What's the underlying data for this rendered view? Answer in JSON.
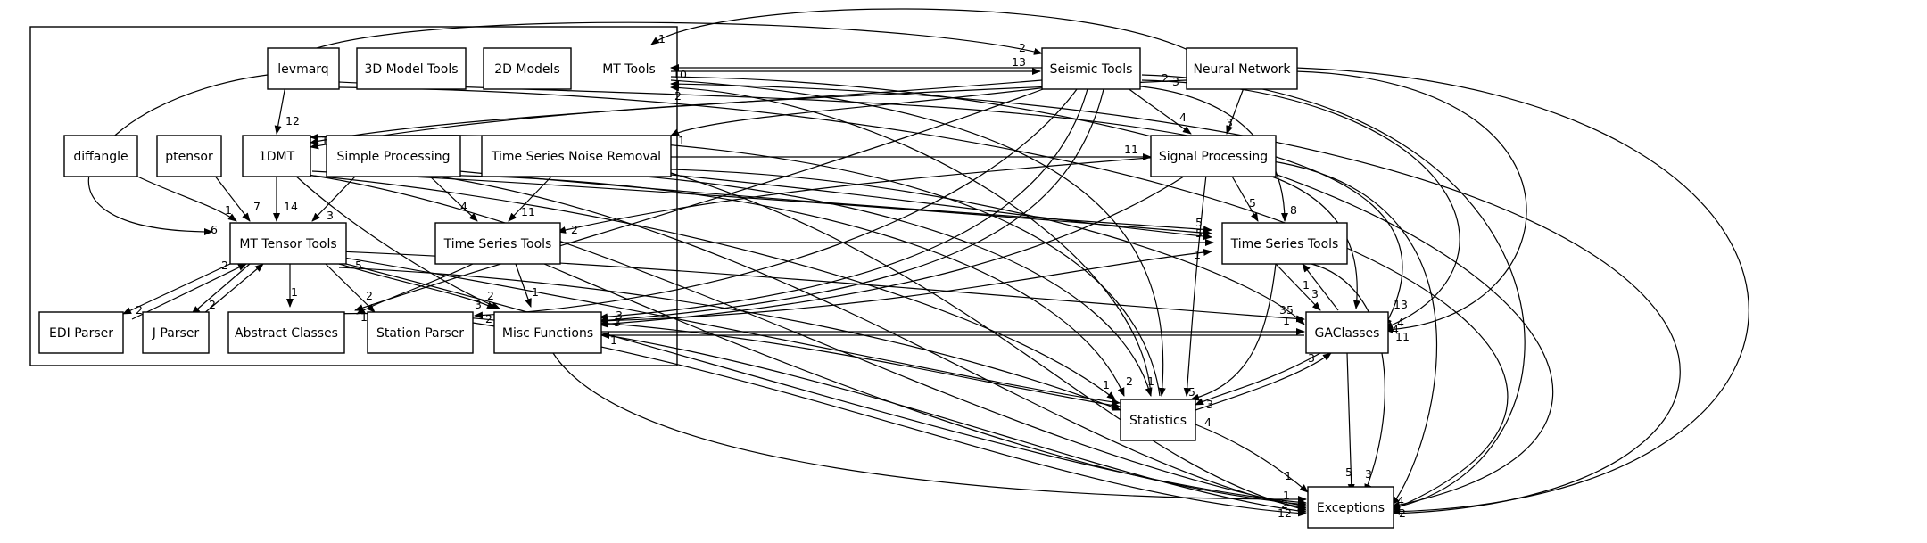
{
  "diagram": {
    "nodes": {
      "levmarq": "levmarq",
      "model3d": "3D Model Tools",
      "models2d": "2D Models",
      "mttools": "MT Tools",
      "seismic": "Seismic Tools",
      "neural": "Neural Network",
      "diffangle": "diffangle",
      "ptensor": "ptensor",
      "dmt1": "1DMT",
      "simpleproc": "Simple Processing",
      "tsnoise": "Time Series Noise Removal",
      "sigproc": "Signal Processing",
      "mttensor": "MT Tensor Tools",
      "tstools_in": "Time Series Tools",
      "tstools_out": "Time Series Tools",
      "edi": "EDI Parser",
      "jparser": "J Parser",
      "abstract": "Abstract Classes",
      "station": "Station Parser",
      "misc": "Misc Functions",
      "gaclasses": "GAClasses",
      "statistics": "Statistics",
      "exceptions": "Exceptions"
    },
    "edge_labels": {
      "l1": "1",
      "l2": "2",
      "l3": "13",
      "l4": "10",
      "l5": "2",
      "l6": "12",
      "l7": "1",
      "l8": "3",
      "l9": "2",
      "l10": "4",
      "l11": "3",
      "l12": "11",
      "l13": "1",
      "l14": "1",
      "l15": "7",
      "l16": "14",
      "l17": "3",
      "l18": "6",
      "l19": "4",
      "l20": "11",
      "l21": "2",
      "l22": "5",
      "l23": "8",
      "l24": "5",
      "l25": "5",
      "l26": "1",
      "l27": "2",
      "l28": "2",
      "l29": "2",
      "l30": "5",
      "l31": "1",
      "l32": "2",
      "l33": "1",
      "l34": "3",
      "l35": "2",
      "l36": "1",
      "l37": "2",
      "l38": "3",
      "l39": "3",
      "l40": "1",
      "l41": "1",
      "l42": "3",
      "l43": "35",
      "l44": "1",
      "l45": "13",
      "l46": "4",
      "l47": "4",
      "l48": "11",
      "l49": "1",
      "l50": "2",
      "l51": "1",
      "l52": "5",
      "l53": "3",
      "l54": "4",
      "l55": "3",
      "l56": "1",
      "l57": "5",
      "l58": "3",
      "l59": "1",
      "l60": "2",
      "l61": "12",
      "l62": "4",
      "l63": "2"
    }
  }
}
